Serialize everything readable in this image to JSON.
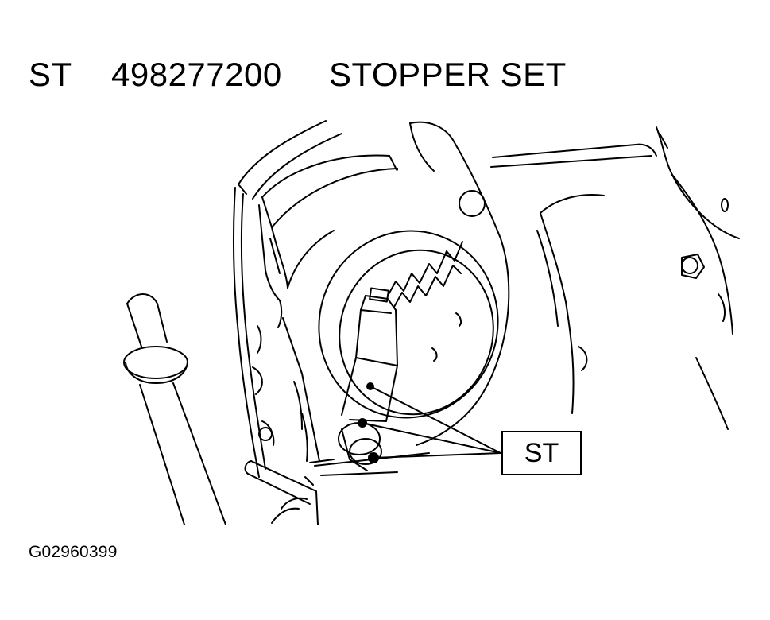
{
  "header": {
    "tool_code": "ST",
    "part_number": "498277200",
    "tool_name": "STOPPER SET"
  },
  "callout": {
    "label": "ST"
  },
  "figure": {
    "id": "G02960399"
  }
}
